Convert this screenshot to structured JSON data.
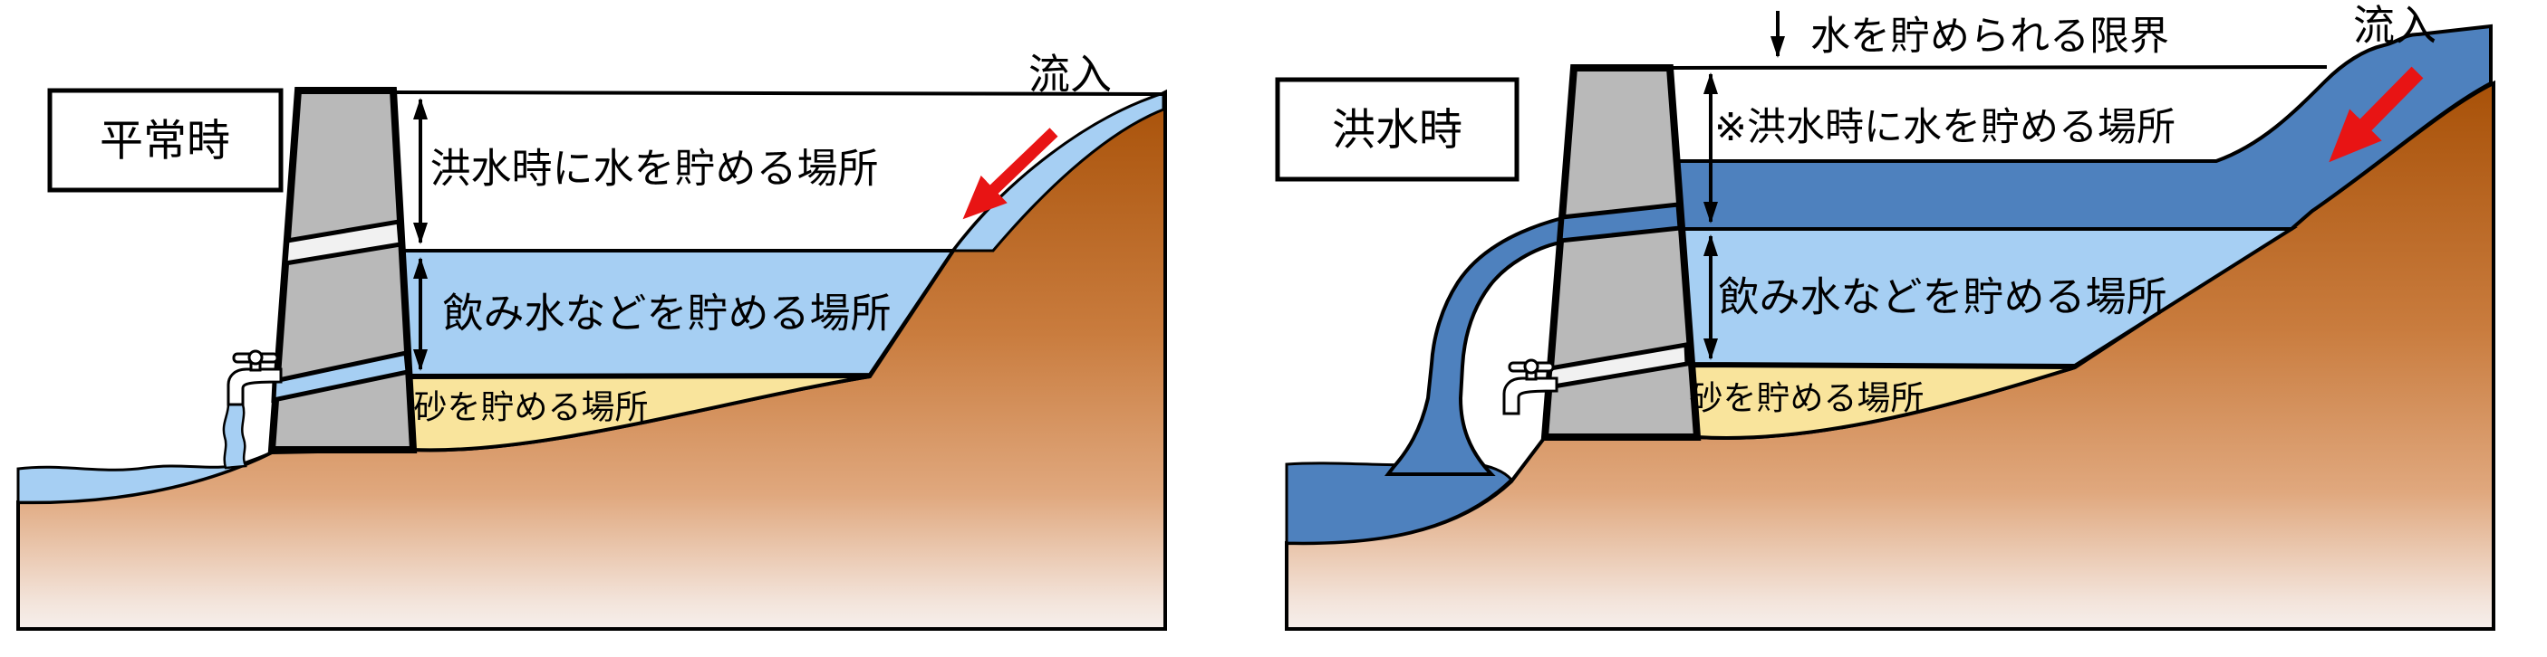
{
  "colors": {
    "reservoir_water": "#A6CFF3",
    "flood_water": "#4E81BE",
    "sand": "#F9E49C",
    "dam_concrete": "#B9B9B9",
    "closed_outlet": "#F1F1F1",
    "terrain_dark": "#AD5309",
    "terrain_light": "#F6EFEB",
    "flow_arrow_red": "#E81414",
    "outline": "#000000"
  },
  "left_panel": {
    "title": "平常時",
    "flood_zone_label": "洪水時に水を貯める場所",
    "drinking_zone_label": "飲み水などを貯める場所",
    "sand_zone_label": "砂を貯める場所",
    "inflow_label": "流入"
  },
  "right_panel": {
    "title": "洪水時",
    "storage_limit_label": "水を貯められる限界",
    "flood_zone_label": "※洪水時に水を貯める場所",
    "drinking_zone_label": "飲み水などを貯める場所",
    "sand_zone_label": "砂を貯める場所",
    "inflow_label": "流入"
  }
}
